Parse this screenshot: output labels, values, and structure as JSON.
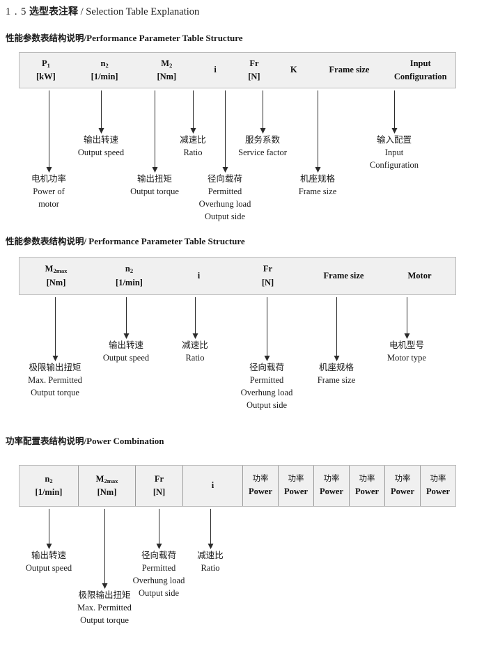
{
  "document": {
    "title_number": "1 . 5",
    "title_cn": "选型表注释",
    "title_sep": "/",
    "title_en": "Selection Table Explanation"
  },
  "sections": [
    {
      "id": "performance-parameter-1",
      "title_cn": "性能参数表结构说明",
      "title_sep": "/",
      "title_en": "Performance Parameter Table Structure",
      "table": {
        "divided": false,
        "columns": [
          {
            "symbol": "P",
            "sub": "1",
            "unit": "[kW]"
          },
          {
            "symbol": "n",
            "sub": "2",
            "unit": "[1/min]"
          },
          {
            "symbol": "M",
            "sub": "2",
            "unit": "[Nm]"
          },
          {
            "symbol": "i",
            "sub": "",
            "unit": ""
          },
          {
            "symbol": "Fr",
            "sub": "",
            "unit": "[N]"
          },
          {
            "symbol": "K",
            "sub": "",
            "unit": ""
          },
          {
            "symbol": "Frame size",
            "sub": "",
            "unit": ""
          },
          {
            "symbol": "Input",
            "sub": "",
            "unit": "Configuration"
          }
        ]
      },
      "annotations": [
        {
          "cn": "电机功率",
          "en": [
            "Power of",
            "motor"
          ]
        },
        {
          "cn": "输出转速",
          "en": [
            "Output speed"
          ]
        },
        {
          "cn": "输出扭矩",
          "en": [
            "Output torque"
          ]
        },
        {
          "cn": "减速比",
          "en": [
            "Ratio"
          ]
        },
        {
          "cn": "径向载荷",
          "en": [
            "Permitted",
            "Overhung load",
            "Output side"
          ]
        },
        {
          "cn": "服务系数",
          "en": [
            "Service factor"
          ]
        },
        {
          "cn": "机座规格",
          "en": [
            "Frame size"
          ]
        },
        {
          "cn": "输入配置",
          "en": [
            "Input",
            "Configuration"
          ]
        }
      ]
    },
    {
      "id": "performance-parameter-2",
      "title_cn": "性能参数表结构说明",
      "title_sep": "/",
      "title_en": "Performance Parameter Table Structure",
      "table": {
        "divided": false,
        "columns": [
          {
            "symbol": "M",
            "sub": "2max",
            "unit": "[Nm]"
          },
          {
            "symbol": "n",
            "sub": "2",
            "unit": "[1/min]"
          },
          {
            "symbol": "i",
            "sub": "",
            "unit": ""
          },
          {
            "symbol": "Fr",
            "sub": "",
            "unit": "[N]"
          },
          {
            "symbol": "Frame size",
            "sub": "",
            "unit": ""
          },
          {
            "symbol": "Motor",
            "sub": "",
            "unit": ""
          }
        ]
      },
      "annotations": [
        {
          "cn": "极限输出扭矩",
          "en": [
            "Max. Permitted",
            "Output  torque"
          ]
        },
        {
          "cn": "输出转速",
          "en": [
            "Output speed"
          ]
        },
        {
          "cn": "减速比",
          "en": [
            "Ratio"
          ]
        },
        {
          "cn": "径向载荷",
          "en": [
            "Permitted",
            "Overhung load",
            "Output side"
          ]
        },
        {
          "cn": "机座规格",
          "en": [
            "Frame size"
          ]
        },
        {
          "cn": "电机型号",
          "en": [
            "Motor type"
          ]
        }
      ]
    },
    {
      "id": "power-combination",
      "title_cn": "功率配置表结构说明",
      "title_sep": "/",
      "title_en": "Power Combination",
      "table": {
        "divided": true,
        "columns": [
          {
            "symbol": "n",
            "sub": "2",
            "unit": "[1/min]"
          },
          {
            "symbol": "M",
            "sub": "2max",
            "unit": "[Nm]"
          },
          {
            "symbol": "Fr",
            "sub": "",
            "unit": "[N]"
          },
          {
            "symbol": "i",
            "sub": "",
            "unit": ""
          },
          {
            "cn": "功率",
            "unit": "Power"
          },
          {
            "cn": "功率",
            "unit": "Power"
          },
          {
            "cn": "功率",
            "unit": "Power"
          },
          {
            "cn": "功率",
            "unit": "Power"
          },
          {
            "cn": "功率",
            "unit": "Power"
          },
          {
            "cn": "功率",
            "unit": "Power"
          }
        ]
      },
      "annotations": [
        {
          "cn": "输出转速",
          "en": [
            "Output speed"
          ]
        },
        {
          "cn": "极限输出扭矩",
          "en": [
            "Max. Permitted",
            "Output  torque"
          ]
        },
        {
          "cn": "径向载荷",
          "en": [
            "Permitted",
            "Overhung load",
            "Output side"
          ]
        },
        {
          "cn": "减速比",
          "en": [
            "Ratio"
          ]
        }
      ]
    }
  ],
  "colors": {
    "table_fill": "#f0f0f0",
    "table_border": "#b9b9b9",
    "arrow": "#2b2b2b",
    "text": "#1a1a1a"
  }
}
